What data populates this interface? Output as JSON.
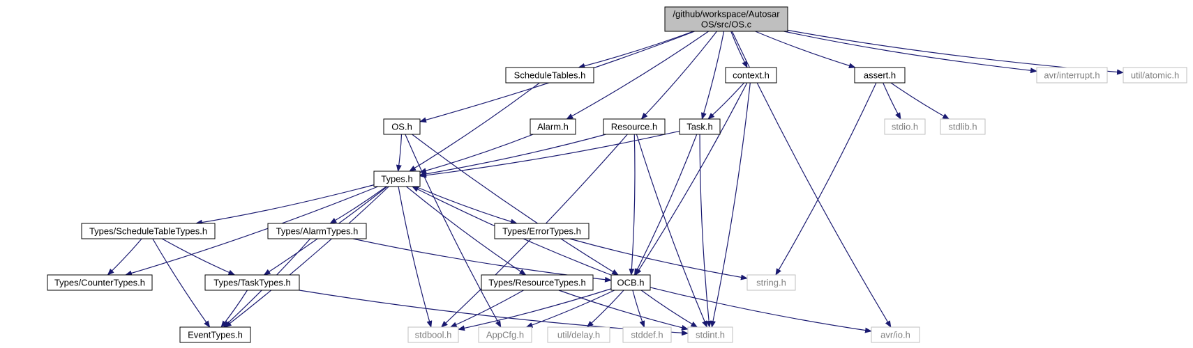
{
  "colors": {
    "edge": "#191970",
    "main_fill": "#bfbfbf",
    "node_border": "#000000",
    "external_border": "#bfbfbf",
    "external_text": "#7f7f7f"
  },
  "nodes": [
    {
      "id": "os-c",
      "lines": [
        "/github/workspace/Autosar",
        "OS/src/OS.c"
      ],
      "kind": "main"
    },
    {
      "id": "schedule-tables-h",
      "lines": [
        "ScheduleTables.h"
      ],
      "kind": "local"
    },
    {
      "id": "context-h",
      "lines": [
        "context.h"
      ],
      "kind": "local"
    },
    {
      "id": "assert-h",
      "lines": [
        "assert.h"
      ],
      "kind": "local"
    },
    {
      "id": "avr-interrupt-h",
      "lines": [
        "avr/interrupt.h"
      ],
      "kind": "external"
    },
    {
      "id": "util-atomic-h",
      "lines": [
        "util/atomic.h"
      ],
      "kind": "external"
    },
    {
      "id": "os-h",
      "lines": [
        "OS.h"
      ],
      "kind": "local"
    },
    {
      "id": "alarm-h",
      "lines": [
        "Alarm.h"
      ],
      "kind": "local"
    },
    {
      "id": "resource-h",
      "lines": [
        "Resource.h"
      ],
      "kind": "local"
    },
    {
      "id": "task-h",
      "lines": [
        "Task.h"
      ],
      "kind": "local"
    },
    {
      "id": "stdio-h",
      "lines": [
        "stdio.h"
      ],
      "kind": "external"
    },
    {
      "id": "stdlib-h",
      "lines": [
        "stdlib.h"
      ],
      "kind": "external"
    },
    {
      "id": "types-h",
      "lines": [
        "Types.h"
      ],
      "kind": "local"
    },
    {
      "id": "schedule-table-types-h",
      "lines": [
        "Types/ScheduleTableTypes.h"
      ],
      "kind": "local"
    },
    {
      "id": "alarm-types-h",
      "lines": [
        "Types/AlarmTypes.h"
      ],
      "kind": "local"
    },
    {
      "id": "error-types-h",
      "lines": [
        "Types/ErrorTypes.h"
      ],
      "kind": "local"
    },
    {
      "id": "counter-types-h",
      "lines": [
        "Types/CounterTypes.h"
      ],
      "kind": "local"
    },
    {
      "id": "task-types-h",
      "lines": [
        "Types/TaskTypes.h"
      ],
      "kind": "local"
    },
    {
      "id": "resource-types-h",
      "lines": [
        "Types/ResourceTypes.h"
      ],
      "kind": "local"
    },
    {
      "id": "ocb-h",
      "lines": [
        "OCB.h"
      ],
      "kind": "local"
    },
    {
      "id": "string-h",
      "lines": [
        "string.h"
      ],
      "kind": "external"
    },
    {
      "id": "event-types-h",
      "lines": [
        "EventTypes.h"
      ],
      "kind": "local"
    },
    {
      "id": "stdbool-h",
      "lines": [
        "stdbool.h"
      ],
      "kind": "external"
    },
    {
      "id": "appcfg-h",
      "lines": [
        "AppCfg.h"
      ],
      "kind": "external"
    },
    {
      "id": "util-delay-h",
      "lines": [
        "util/delay.h"
      ],
      "kind": "external"
    },
    {
      "id": "stddef-h",
      "lines": [
        "stddef.h"
      ],
      "kind": "external"
    },
    {
      "id": "stdint-h",
      "lines": [
        "stdint.h"
      ],
      "kind": "external"
    },
    {
      "id": "avr-io-h",
      "lines": [
        "avr/io.h"
      ],
      "kind": "external"
    }
  ],
  "edges": [
    [
      "os-c",
      "os-h"
    ],
    [
      "os-c",
      "schedule-tables-h"
    ],
    [
      "os-c",
      "alarm-h"
    ],
    [
      "os-c",
      "resource-h"
    ],
    [
      "os-c",
      "task-h"
    ],
    [
      "os-c",
      "context-h"
    ],
    [
      "os-c",
      "assert-h"
    ],
    [
      "os-c",
      "avr-io-h"
    ],
    [
      "os-c",
      "avr-interrupt-h"
    ],
    [
      "os-c",
      "util-atomic-h"
    ],
    [
      "schedule-tables-h",
      "types-h"
    ],
    [
      "context-h",
      "task-h"
    ],
    [
      "context-h",
      "ocb-h"
    ],
    [
      "context-h",
      "stdint-h"
    ],
    [
      "assert-h",
      "stdio-h"
    ],
    [
      "assert-h",
      "stdlib-h"
    ],
    [
      "assert-h",
      "string-h"
    ],
    [
      "os-h",
      "types-h"
    ],
    [
      "os-h",
      "ocb-h"
    ],
    [
      "os-h",
      "appcfg-h"
    ],
    [
      "alarm-h",
      "types-h"
    ],
    [
      "resource-h",
      "types-h"
    ],
    [
      "resource-h",
      "ocb-h"
    ],
    [
      "resource-h",
      "stdbool-h"
    ],
    [
      "resource-h",
      "stdint-h"
    ],
    [
      "task-h",
      "types-h"
    ],
    [
      "task-h",
      "ocb-h"
    ],
    [
      "task-h",
      "stdint-h"
    ],
    [
      "types-h",
      "schedule-table-types-h"
    ],
    [
      "types-h",
      "alarm-types-h"
    ],
    [
      "types-h",
      "error-types-h"
    ],
    [
      "types-h",
      "counter-types-h"
    ],
    [
      "types-h",
      "task-types-h"
    ],
    [
      "types-h",
      "resource-types-h"
    ],
    [
      "types-h",
      "event-types-h"
    ],
    [
      "types-h",
      "stdbool-h"
    ],
    [
      "schedule-table-types-h",
      "counter-types-h"
    ],
    [
      "schedule-table-types-h",
      "task-types-h"
    ],
    [
      "schedule-table-types-h",
      "event-types-h"
    ],
    [
      "alarm-types-h",
      "event-types-h"
    ],
    [
      "alarm-types-h",
      "ocb-h"
    ],
    [
      "error-types-h",
      "string-h"
    ],
    [
      "task-types-h",
      "event-types-h"
    ],
    [
      "task-types-h",
      "stdint-h"
    ],
    [
      "resource-types-h",
      "stdbool-h"
    ],
    [
      "resource-types-h",
      "stdint-h"
    ],
    [
      "ocb-h",
      "types-h"
    ],
    [
      "ocb-h",
      "stdbool-h"
    ],
    [
      "ocb-h",
      "appcfg-h"
    ],
    [
      "ocb-h",
      "util-delay-h"
    ],
    [
      "ocb-h",
      "stddef-h"
    ],
    [
      "ocb-h",
      "stdint-h"
    ],
    [
      "ocb-h",
      "avr-io-h"
    ]
  ]
}
